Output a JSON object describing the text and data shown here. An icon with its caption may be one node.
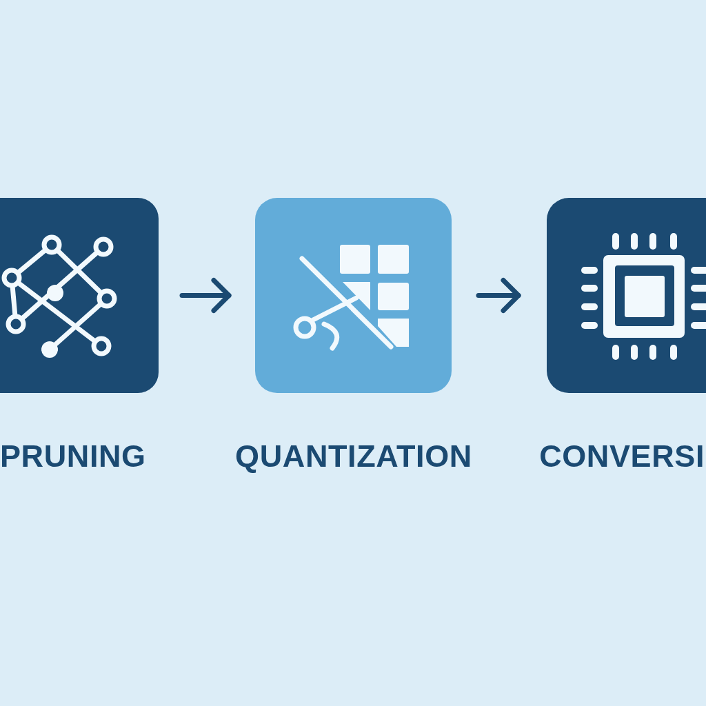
{
  "diagram": {
    "nodes": [
      {
        "text": [
          "PRUNING"
        ]
      },
      {
        "text": [
          "QUANTIZATION"
        ]
      },
      {
        "text": [
          "CONVERSI"
        ]
      }
    ],
    "edges": [
      {
        "from": 0,
        "to": 1,
        "arrow": "to"
      },
      {
        "from": 1,
        "to": 2,
        "arrow": "to"
      }
    ]
  }
}
